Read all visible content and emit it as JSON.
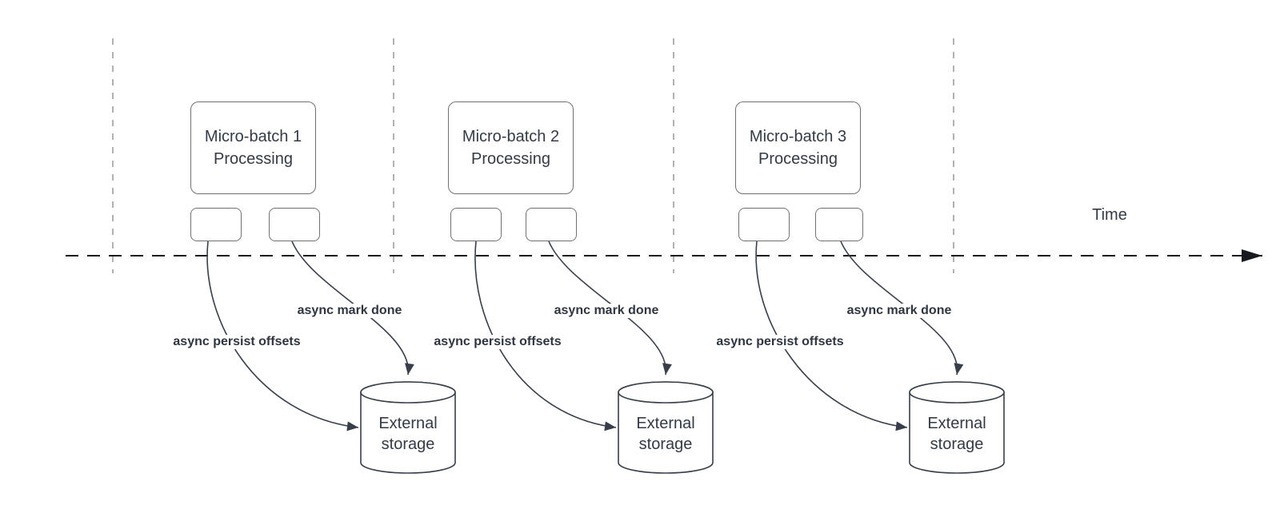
{
  "diagram": {
    "timeline": {
      "label": "Time"
    },
    "batches": [
      {
        "title": "Micro-batch 1 Processing",
        "persist_label": "async persist offsets",
        "done_label": "async mark done",
        "storage_label": "External storage"
      },
      {
        "title": "Micro-batch 2 Processing",
        "persist_label": "async persist offsets",
        "done_label": "async mark done",
        "storage_label": "External storage"
      },
      {
        "title": "Micro-batch 3 Processing",
        "persist_label": "async persist offsets",
        "done_label": "async mark done",
        "storage_label": "External storage"
      }
    ],
    "colors": {
      "text": "#343b46",
      "arrow": "#383f4a",
      "box_border": "#6e7276",
      "guide_line": "#a9a9a9",
      "timeline": "#17191e",
      "background": "#ffffff"
    }
  }
}
